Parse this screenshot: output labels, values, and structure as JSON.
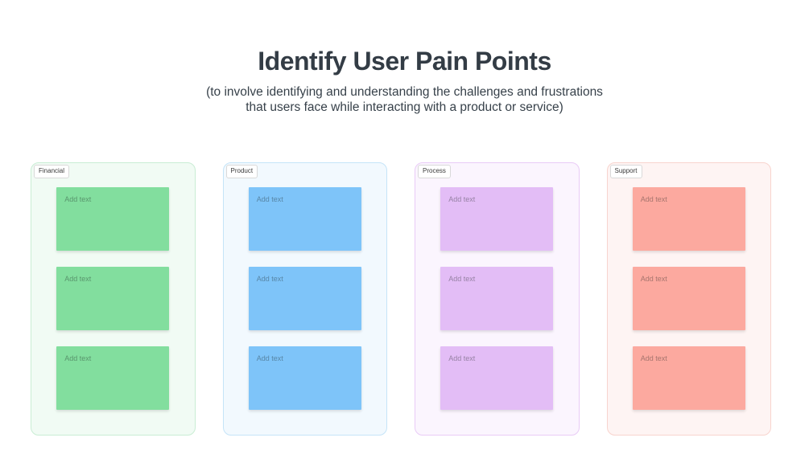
{
  "header": {
    "title": "Identify User Pain Points",
    "subtitle_line1": "(to involve identifying and understanding the challenges and frustrations",
    "subtitle_line2": "that users face while interacting with a product or service)"
  },
  "board": {
    "columns": [
      {
        "label": "Financial",
        "colors": {
          "card": "#82DE9E",
          "bg": "#F1FBF4",
          "border": "#C9EDD4"
        },
        "cards": [
          {
            "placeholder": "Add text"
          },
          {
            "placeholder": "Add text"
          },
          {
            "placeholder": "Add text"
          }
        ]
      },
      {
        "label": "Product",
        "colors": {
          "card": "#7EC4F9",
          "bg": "#F2F9FE",
          "border": "#C5E4F8"
        },
        "cards": [
          {
            "placeholder": "Add text"
          },
          {
            "placeholder": "Add text"
          },
          {
            "placeholder": "Add text"
          }
        ]
      },
      {
        "label": "Process",
        "colors": {
          "card": "#E3BDF6",
          "bg": "#FBF5FE",
          "border": "#E9CBF6"
        },
        "cards": [
          {
            "placeholder": "Add text"
          },
          {
            "placeholder": "Add text"
          },
          {
            "placeholder": "Add text"
          }
        ]
      },
      {
        "label": "Support",
        "colors": {
          "card": "#FCA99F",
          "bg": "#FEF4F3",
          "border": "#F8D4CE"
        },
        "cards": [
          {
            "placeholder": "Add text"
          },
          {
            "placeholder": "Add text"
          },
          {
            "placeholder": "Add text"
          }
        ]
      }
    ]
  }
}
